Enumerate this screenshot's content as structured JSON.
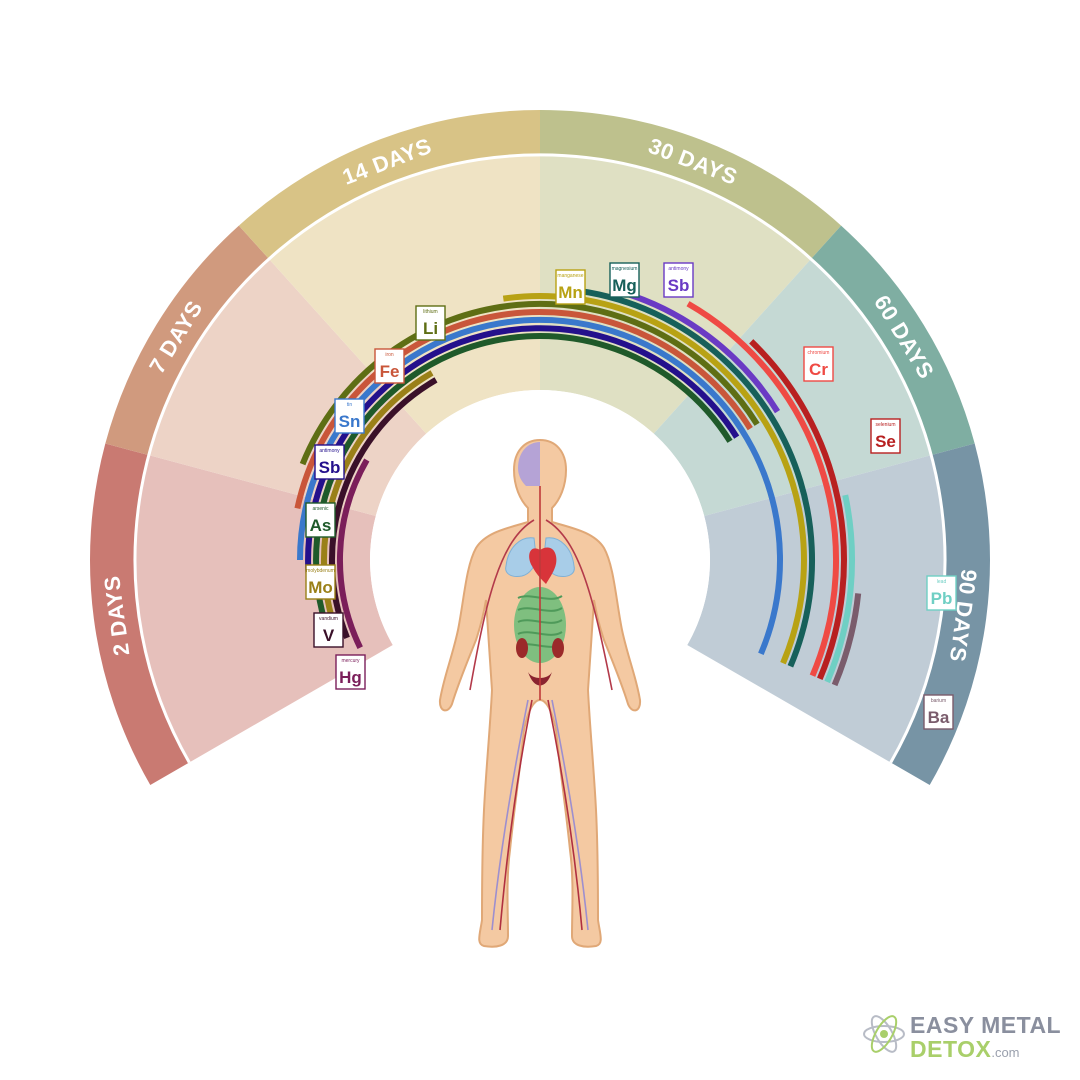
{
  "segments": [
    {
      "label": "2 DAYS",
      "outer": "#c97a72",
      "inner": "#e6c0bb"
    },
    {
      "label": "7 DAYS",
      "outer": "#d09a7e",
      "inner": "#edd3c6"
    },
    {
      "label": "14 DAYS",
      "outer": "#d8c386",
      "inner": "#efe3c4"
    },
    {
      "label": "30 DAYS",
      "outer": "#bec18d",
      "inner": "#dfe0c3"
    },
    {
      "label": "60 DAYS",
      "outer": "#7faea2",
      "inner": "#c5d9d4"
    },
    {
      "label": "90 DAYS",
      "outer": "#7794a5",
      "inner": "#c0ccd6"
    }
  ],
  "metals": [
    {
      "symbol": "Hg",
      "name": "mercury",
      "color": "#7b1e5a",
      "days": 7
    },
    {
      "symbol": "V",
      "name": "vandium",
      "color": "#3a1029",
      "days": 14
    },
    {
      "symbol": "Mo",
      "name": "molybdenum",
      "color": "#9a8018",
      "days": 14
    },
    {
      "symbol": "As",
      "name": "arsenic",
      "color": "#1f5a2a",
      "days": 60
    },
    {
      "symbol": "Sb",
      "name": "antimony",
      "color": "#24108c",
      "days": 60
    },
    {
      "symbol": "Sn",
      "name": "tin",
      "color": "#3a78cc",
      "days": 90
    },
    {
      "symbol": "Fe",
      "name": "iron",
      "color": "#c9563a",
      "days": 60
    },
    {
      "symbol": "Li",
      "name": "lithium",
      "color": "#5e6e14",
      "days": 60
    },
    {
      "symbol": "Mn",
      "name": "manganese",
      "color": "#b8a214",
      "days": 90
    },
    {
      "symbol": "Mg",
      "name": "magnesium",
      "color": "#17605a",
      "days": 90
    },
    {
      "symbol": "Sb",
      "name": "antimony",
      "color": "#6a3ac4",
      "days": 60
    },
    {
      "symbol": "Cr",
      "name": "chromium",
      "color": "#ef4a44",
      "days": 90
    },
    {
      "symbol": "Se",
      "name": "selenium",
      "color": "#b82020",
      "days": 90
    },
    {
      "symbol": "Pb",
      "name": "lead",
      "color": "#6fcfc4",
      "days": 90
    },
    {
      "symbol": "Ba",
      "name": "barium",
      "color": "#7a5c6c",
      "days": 90
    }
  ],
  "logo": {
    "line1": "EASY METAL",
    "line2": "DETOX",
    "suffix": ".com"
  }
}
